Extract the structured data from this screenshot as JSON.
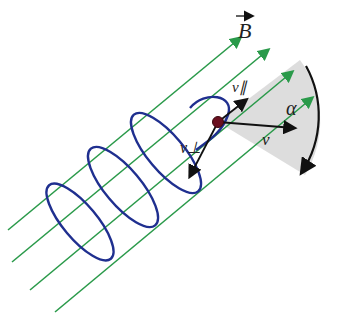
{
  "diagram": {
    "labels": [
      "B",
      "v",
      "v⊥",
      "v∥",
      "α"
    ]
  }
}
